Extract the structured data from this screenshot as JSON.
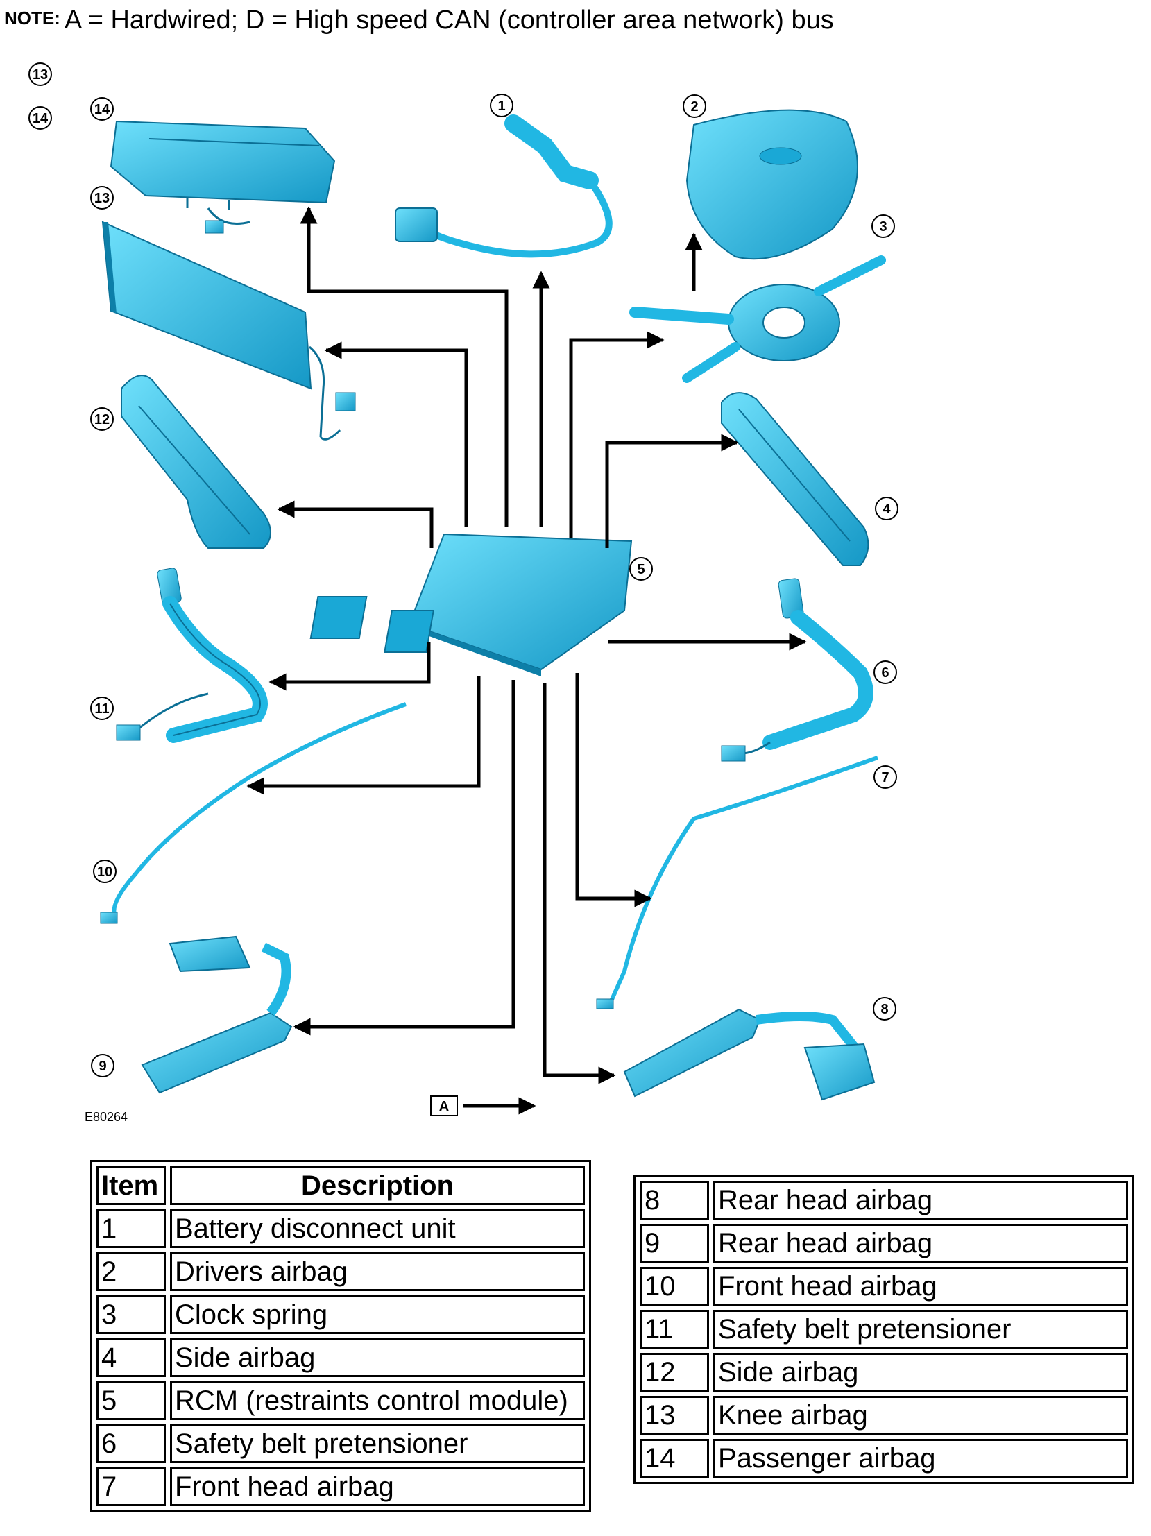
{
  "note": {
    "label": "NOTE:",
    "text": "A = Hardwired; D = High speed CAN (controller area network) bus"
  },
  "diagram": {
    "figure_code": "E80264",
    "connection_key": "A",
    "callouts": [
      "1",
      "2",
      "3",
      "4",
      "5",
      "6",
      "7",
      "8",
      "9",
      "10",
      "11",
      "12",
      "13",
      "14"
    ],
    "side_callouts": [
      "13",
      "14"
    ],
    "component_color": "#2fc4ea",
    "component_dark": "#1596c4"
  },
  "legend": {
    "header": {
      "item": "Item",
      "description": "Description"
    },
    "left": [
      {
        "item": "1",
        "description": "Battery disconnect unit"
      },
      {
        "item": "2",
        "description": "Drivers airbag"
      },
      {
        "item": "3",
        "description": "Clock spring"
      },
      {
        "item": "4",
        "description": "Side airbag"
      },
      {
        "item": "5",
        "description": "RCM (restraints control module)"
      },
      {
        "item": "6",
        "description": "Safety belt pretensioner"
      },
      {
        "item": "7",
        "description": "Front head airbag"
      }
    ],
    "right": [
      {
        "item": "8",
        "description": "Rear head airbag"
      },
      {
        "item": "9",
        "description": "Rear head airbag"
      },
      {
        "item": "10",
        "description": "Front head airbag"
      },
      {
        "item": "11",
        "description": "Safety belt pretensioner"
      },
      {
        "item": "12",
        "description": "Side airbag"
      },
      {
        "item": "13",
        "description": "Knee airbag"
      },
      {
        "item": "14",
        "description": "Passenger airbag"
      }
    ]
  }
}
